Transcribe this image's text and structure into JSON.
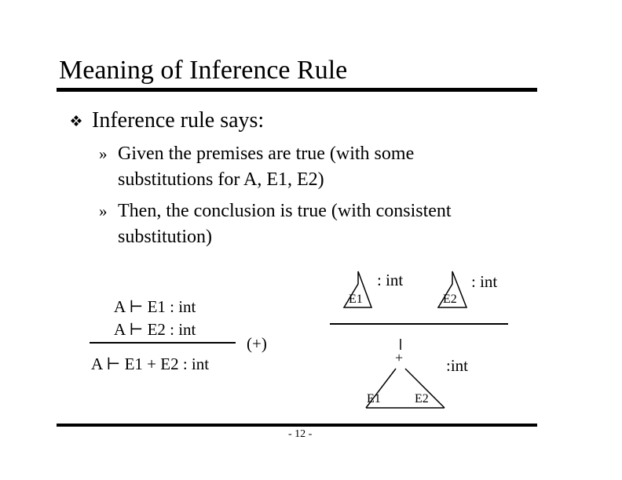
{
  "slide": {
    "title": "Meaning of Inference Rule",
    "bullet": "Inference rule says:",
    "bullet_icon": "diamond-quad-icon",
    "sub_marker": "»",
    "sub_items": [
      {
        "line1": "Given the premises are true (with some",
        "line2": "substitutions for A, E1, E2)"
      },
      {
        "line1": "Then, the conclusion is true (with consistent",
        "line2": "substitution)"
      }
    ],
    "page_number": "- 12 -"
  },
  "rule": {
    "premise1": "A ⊢ E1 : int",
    "premise2": "A ⊢ E2 : int",
    "conclusion": "A ⊢ E1 + E2 : int",
    "name": "(+)"
  },
  "tree": {
    "premise_left": {
      "leaf": "E1",
      "type": ": int"
    },
    "premise_right": {
      "leaf": "E2",
      "type": ": int"
    },
    "conclusion": {
      "root": "+",
      "type": ":int",
      "children": [
        "E1",
        "E2"
      ]
    }
  }
}
